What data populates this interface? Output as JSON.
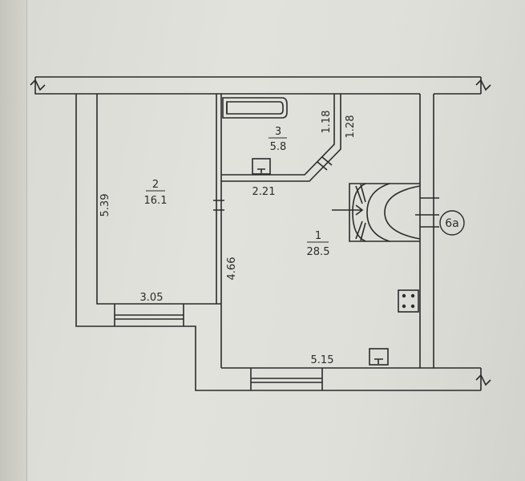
{
  "rooms": [
    {
      "number": "2",
      "area": "16.1"
    },
    {
      "number": "3",
      "area": "5.8"
    },
    {
      "number": "1",
      "area": "28.5"
    }
  ],
  "dimensions": {
    "room2_height": "5.39",
    "room2_width": "3.05",
    "room3_width": "2.21",
    "room3_depth_a": "1.18",
    "room3_depth_b": "1.28",
    "room1_height": "4.66",
    "room1_width": "5.15"
  },
  "marker": {
    "label": "6a"
  },
  "colors": {
    "line": "#2b2b2b",
    "paper": "#dedfd9"
  }
}
